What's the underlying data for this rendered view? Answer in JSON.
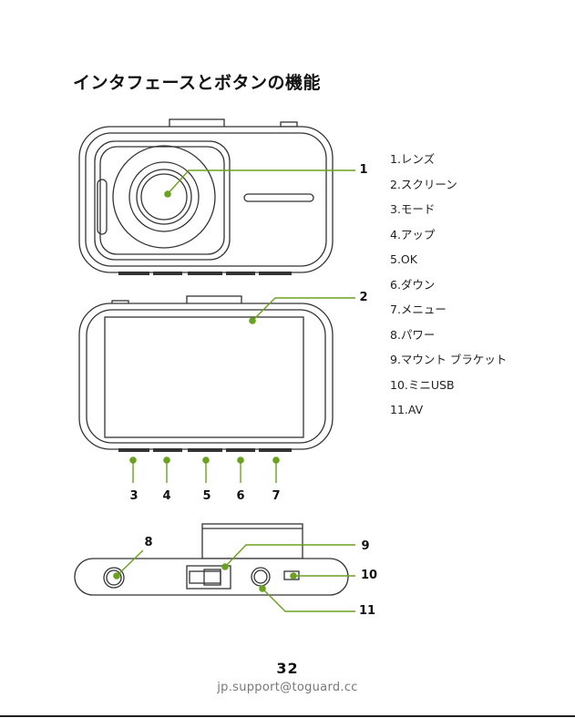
{
  "title": "インタフェースとボタンの機能",
  "legend": [
    "1.レンズ",
    "2.スクリーン",
    "3.モード",
    "4.アップ",
    "5.OK",
    "6.ダウン",
    "7.メニュー",
    "8.パワー",
    "9.マウント ブラケット",
    "10.ミニUSB",
    "11.AV"
  ],
  "callouts": {
    "c1": "1",
    "c2": "2",
    "c3": "3",
    "c4": "4",
    "c5": "5",
    "c6": "6",
    "c7": "7",
    "c8": "8",
    "c9": "9",
    "c10": "10",
    "c11": "11"
  },
  "footer": {
    "page_number": "32",
    "email": "jp.support@toguard.cc"
  },
  "colors": {
    "accent": "#6aa21f",
    "outline": "#333333"
  }
}
